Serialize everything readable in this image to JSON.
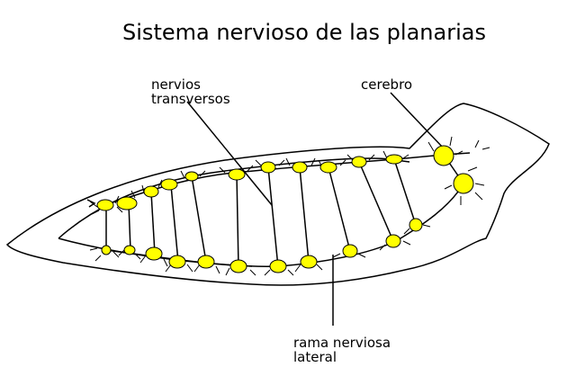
{
  "title": "Sistema nervioso de las planarias",
  "labels": {
    "nervios_line1": "nervios",
    "nervios_line2": "transversos",
    "cerebro": "cerebro",
    "rama_line1": "rama nerviosa",
    "rama_line2": "lateral"
  },
  "colors": {
    "ganglion_fill": "#ffff00",
    "outline": "#000000"
  }
}
